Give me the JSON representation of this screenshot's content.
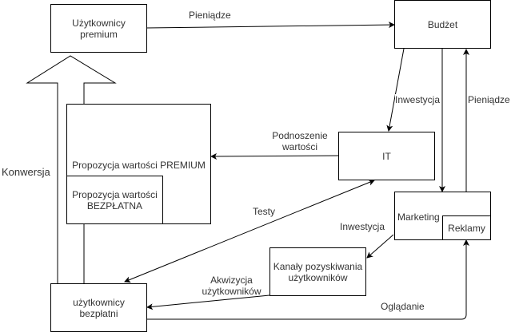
{
  "nodes": {
    "premium_users": "Użytkownicy premium",
    "budget": "Budżet",
    "value_prop_premium": "Propozycja wartości PREMIUM",
    "value_prop_free": "Propozycja wartości BEZPŁATNA",
    "it": "IT",
    "marketing": "Marketing",
    "ads": "Reklamy",
    "acquisition_channels": "Kanały pozyskiwania użytkowników",
    "free_users": "użytkownicy bezpłatni"
  },
  "edges": {
    "premium_to_budget": "Pieniądze",
    "budget_to_it": "Inwestycja",
    "ads_to_budget": "Pieniądze",
    "it_to_value": "Podnoszenie wartości",
    "conversion": "Konwersja",
    "tests": "Testy",
    "marketing_to_channels": "Inwestycja",
    "channels_to_free": "Akwizycja użytkowników",
    "free_to_ads": "Oglądanie"
  }
}
